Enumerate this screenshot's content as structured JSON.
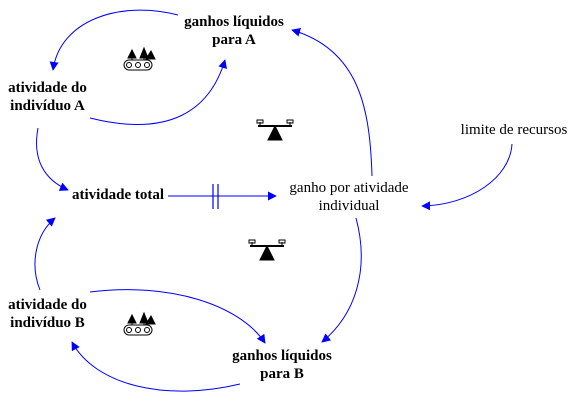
{
  "diagram": {
    "nodes": [
      {
        "id": "gains_a",
        "lines": [
          "ganhos líquidos",
          "para A"
        ]
      },
      {
        "id": "activity_a",
        "lines": [
          "atividade do",
          "indivíduo A"
        ]
      },
      {
        "id": "total",
        "lines": [
          "atividade total"
        ]
      },
      {
        "id": "gain_per_activity",
        "lines": [
          "ganho por atividade",
          "individual"
        ]
      },
      {
        "id": "resource_limit",
        "lines": [
          "limite de recursos"
        ]
      },
      {
        "id": "activity_b",
        "lines": [
          "atividade do",
          "indivíduo B"
        ]
      },
      {
        "id": "gains_b",
        "lines": [
          "ganhos líquidos",
          "para B"
        ]
      }
    ],
    "edges": [
      {
        "from": "gains_a",
        "to": "activity_a"
      },
      {
        "from": "activity_a",
        "to": "gains_a"
      },
      {
        "from": "activity_a",
        "to": "total"
      },
      {
        "from": "total",
        "to": "gain_per_activity",
        "delay": true
      },
      {
        "from": "gain_per_activity",
        "to": "gains_a"
      },
      {
        "from": "resource_limit",
        "to": "gain_per_activity"
      },
      {
        "from": "gain_per_activity",
        "to": "gains_b"
      },
      {
        "from": "activity_b",
        "to": "total"
      },
      {
        "from": "gains_b",
        "to": "activity_b"
      },
      {
        "from": "activity_b",
        "to": "gains_b"
      }
    ],
    "loop_icons": [
      {
        "type": "reinforcing",
        "name": "reinforcing-loop-a-icon"
      },
      {
        "type": "balancing",
        "name": "balancing-loop-top-icon"
      },
      {
        "type": "balancing",
        "name": "balancing-loop-bottom-icon"
      },
      {
        "type": "reinforcing",
        "name": "reinforcing-loop-b-icon"
      }
    ],
    "colors": {
      "arrow": "#0000ff",
      "text": "#000000",
      "icon": "#000000"
    }
  }
}
